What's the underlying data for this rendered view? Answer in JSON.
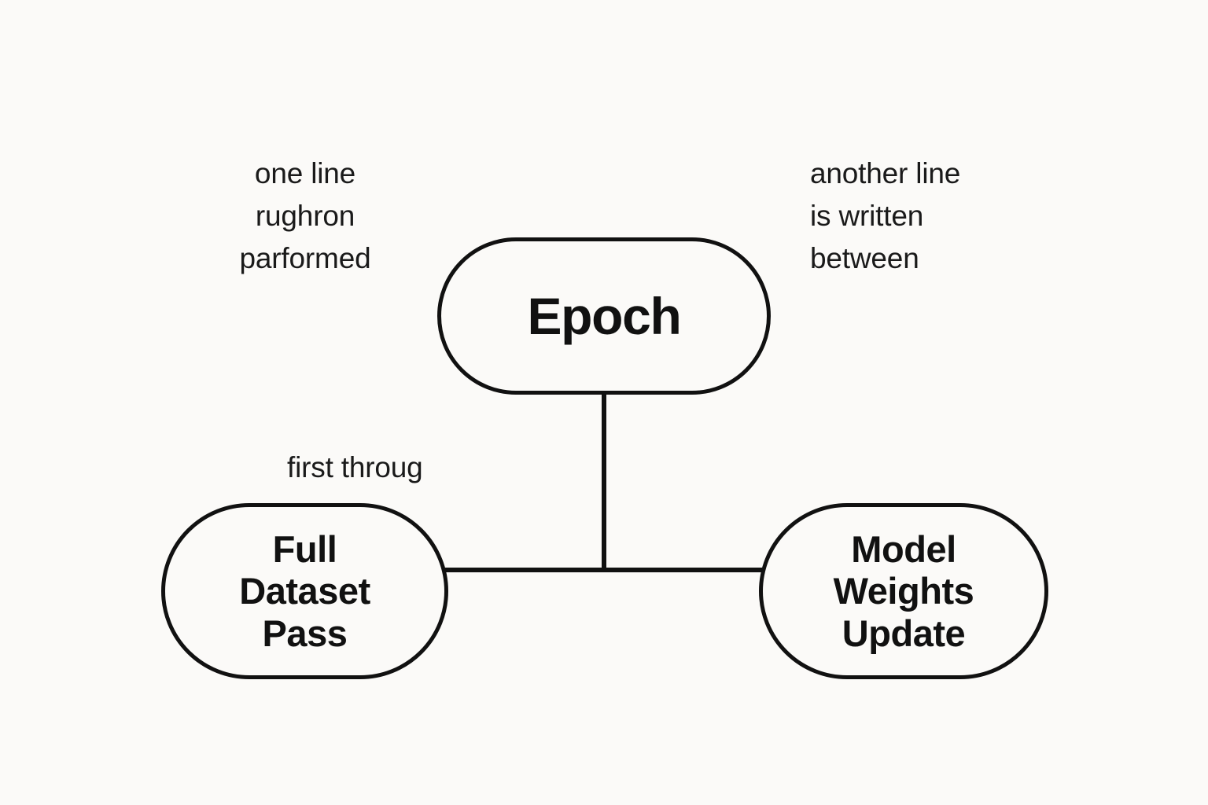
{
  "diagram": {
    "title": "Epoch",
    "background_color": "#fbfaf8",
    "stroke_color": "#111111",
    "text_color": "#1a1a1a",
    "nodes": [
      {
        "id": "epoch",
        "label": "Epoch",
        "shape": "pill"
      },
      {
        "id": "dataset",
        "label": "Full\nDataset\nPass",
        "shape": "pill"
      },
      {
        "id": "weights",
        "label": "Model\nWeights\nUpdate",
        "shape": "pill"
      }
    ],
    "edges": [
      {
        "id": "epoch-to-junction",
        "from": "epoch",
        "to": "junction",
        "label": ""
      },
      {
        "id": "dataset-to-junction",
        "from": "dataset",
        "to": "junction",
        "label": "first throug"
      },
      {
        "id": "junction-to-weights",
        "from": "junction",
        "to": "weights",
        "label": ""
      }
    ],
    "annotations": [
      {
        "id": "left-note",
        "text": "one line\nrughron\nparformed"
      },
      {
        "id": "right-note",
        "text": "another line\nis written\nbetween"
      },
      {
        "id": "edge-note",
        "text": "first throug"
      }
    ]
  }
}
